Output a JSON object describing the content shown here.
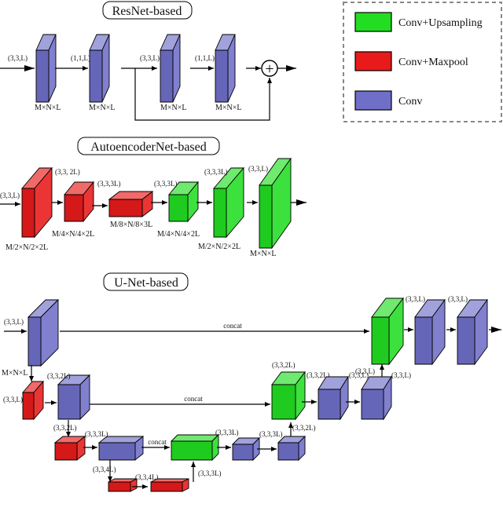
{
  "titles": {
    "resnet": "ResNet-based",
    "autoencoder": "AutoencoderNet-based",
    "unet": "U-Net-based"
  },
  "legend": {
    "upsampling": "Conv+Upsampling",
    "maxpool": "Conv+Maxpool",
    "conv": "Conv"
  },
  "colors": {
    "conv": "#6f6fc8",
    "upsampling": "#22dd22",
    "maxpool": "#e81a1a"
  },
  "resnet": {
    "k1": "(3,3,L)",
    "k2": "(1,1,L)",
    "k3": "(3,3,L)",
    "k4": "(1,1,L)",
    "d1": "M×N×L",
    "d2": "M×N×L",
    "d3": "M×N×L",
    "d4": "M×N×L",
    "plus": "+"
  },
  "autoencoder": {
    "k0": "(3,3,L)",
    "k1": "(3,3, 2L)",
    "k2": "(3,3,3L)",
    "k3": "(3,3,3L)",
    "k4": "(3,3,3L)",
    "k5": "(3,3,L)",
    "d1": "M/2×N/2×2L",
    "d2": "M/4×N/4×2L",
    "d3": "M/8×N/8×3L",
    "d4": "M/4×N/4×2L",
    "d5": "M/2×N/2×2L",
    "d6": "M×N×L"
  },
  "unet": {
    "concat1": "concat",
    "concat2": "concat",
    "concat3": "concat",
    "k_in": "(3,3,L)",
    "d_in": "M×N×L",
    "k_l2_in": "(3,3,L)",
    "k_l2a": "(3,3,2L)",
    "k_l3_in": "(3,3,2L)",
    "k_l3a": "(3,3,3L)",
    "k_l4a": "(3,3,4L)",
    "k_l4b": "(3,3,4L)",
    "k_up3": "(3,3,3L)",
    "k_l3r1": "(3,3,3L)",
    "k_l3r2": "(3,3,3L)",
    "k_l3r3": "(3,3,2L)",
    "k_up2": "(3,3,2L)",
    "k_l2r1": "(3,3,2L)",
    "k_l2r2": "(3,3,L)",
    "k_l2r3": "(3,3,L)",
    "k_up1": "(3,3,L)",
    "k_out1": "(3,3,L)",
    "k_out2": "(3,3,L)"
  }
}
